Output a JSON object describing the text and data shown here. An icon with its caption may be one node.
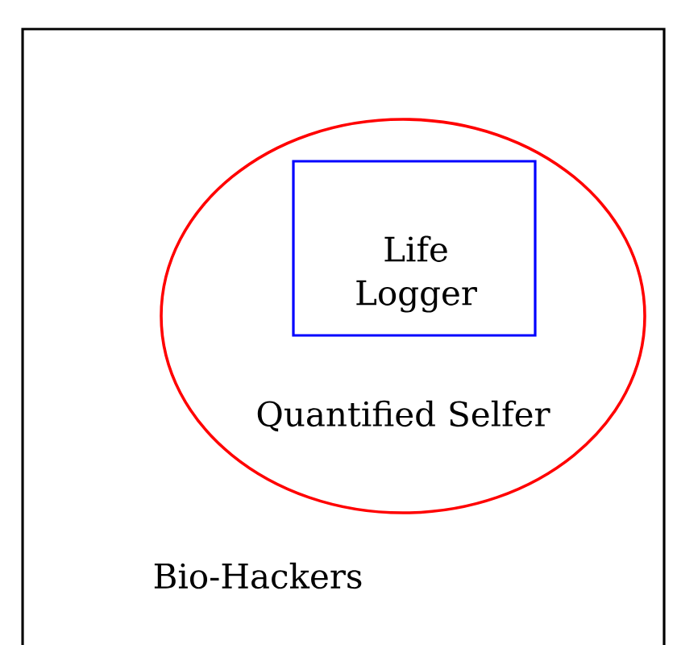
{
  "diagram": {
    "nodes": [
      {
        "text": [
          "Bio-Hackers"
        ]
      },
      {
        "text": [
          "Quantified Selfer"
        ],
        "in": 0
      },
      {
        "text": [
          "Life Logger"
        ],
        "in": 1
      }
    ]
  }
}
